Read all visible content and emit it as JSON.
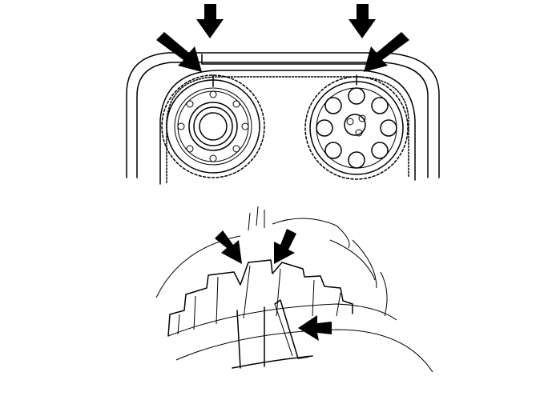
{
  "figure": {
    "panels": [
      {
        "name": "timing-marks-overview",
        "arrow_count": 4
      },
      {
        "name": "belt-tooth-detail",
        "arrow_count": 3
      }
    ],
    "colors": {
      "line": "#000000",
      "background": "#ffffff"
    },
    "icons": [
      "arrow-icon"
    ]
  }
}
